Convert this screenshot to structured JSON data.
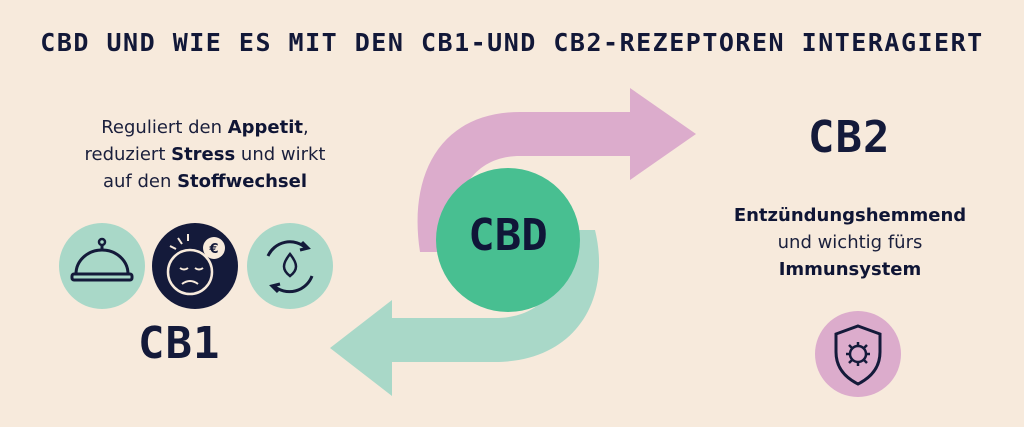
{
  "title": "CBD UND WIE ES MIT DEN CB1-UND CB2-REZEPTOREN INTERAGIERT",
  "center_label": "CBD",
  "cb1": {
    "label": "CB1",
    "line1_pre": "Reguliert den ",
    "line1_bold": "Appetit",
    "line1_post": ",",
    "line2_pre": "reduziert ",
    "line2_bold": "Stress",
    "line2_post": " und wirkt",
    "line3_pre": "auf den ",
    "line3_bold": "Stoffwechsel",
    "icons": [
      "cloche-icon",
      "stressed-face-icon",
      "metabolism-cycle-icon"
    ]
  },
  "cb2": {
    "label": "CB2",
    "line1_bold": "Entzündungshemmend",
    "line2": "und wichtig fürs",
    "line3_bold": "Immunsystem",
    "icons": [
      "shield-virus-icon"
    ]
  },
  "colors": {
    "background": "#f7eadc",
    "pink_arrow": "#dcaccc",
    "mint_arrow": "#a9d8c8",
    "cbd_circle": "#48bf91",
    "navy": "#141a3a",
    "icon_mint": "#a9d8c8",
    "icon_pink": "#dcaccc"
  }
}
